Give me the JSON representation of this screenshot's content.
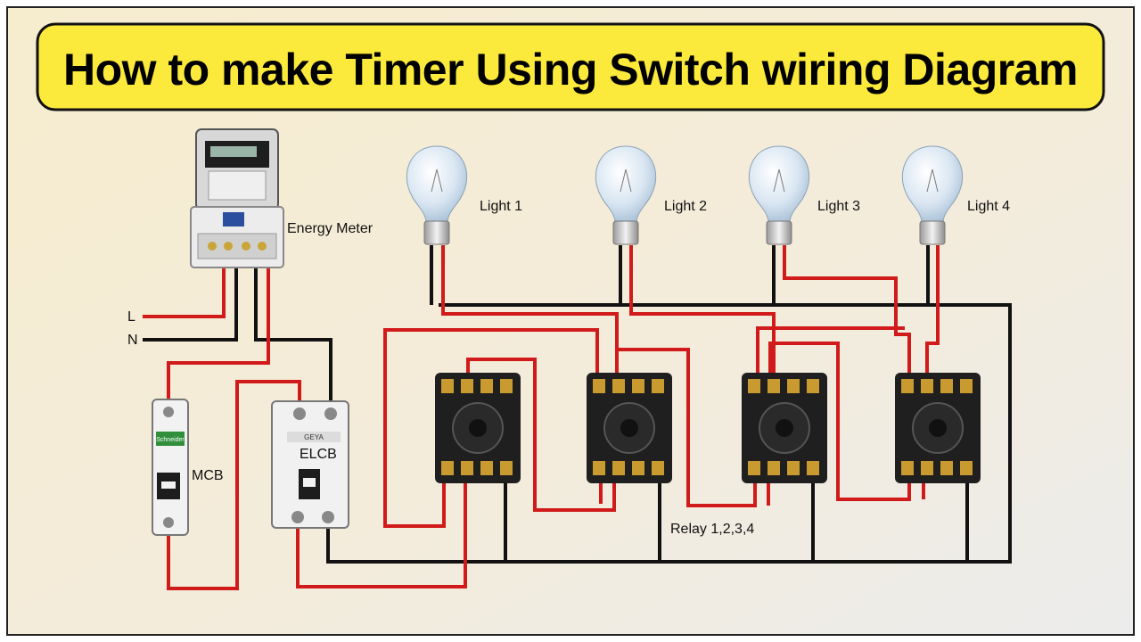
{
  "title": "How to make Timer Using Switch wiring Diagram",
  "labels": {
    "supply_live": "L",
    "supply_neutral": "N",
    "energy_meter": "Energy Meter",
    "mcb": "MCB",
    "elcb": "ELCB",
    "relays": "Relay 1,2,3,4",
    "light_1": "Light 1",
    "light_2": "Light 2",
    "light_3": "Light 3",
    "light_4": "Light 4"
  },
  "meter_brand_text": "Schneider",
  "elcb_brand_text": "GEYA",
  "colors": {
    "title_fill": "#fbe93b",
    "background": "#f7efd6",
    "live_wire": "#d11a1a",
    "neutral_wire": "#111111",
    "relay_body": "#1f1f1f"
  }
}
